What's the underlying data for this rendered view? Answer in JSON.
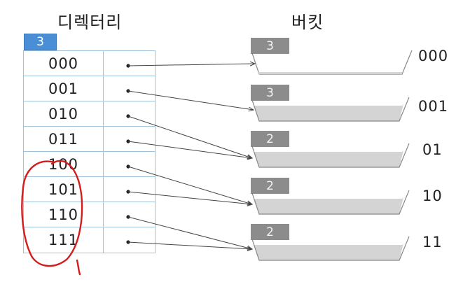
{
  "titles": {
    "directory": "디렉터리",
    "buckets": "버킷"
  },
  "global_depth": "3",
  "directory": [
    {
      "key": "000",
      "target": 0
    },
    {
      "key": "001",
      "target": 1
    },
    {
      "key": "010",
      "target": 2
    },
    {
      "key": "011",
      "target": 2
    },
    {
      "key": "100",
      "target": 3
    },
    {
      "key": "101",
      "target": 3
    },
    {
      "key": "110",
      "target": 4
    },
    {
      "key": "111",
      "target": 4
    }
  ],
  "buckets": [
    {
      "depth": "3",
      "label": "000",
      "fill": "empty"
    },
    {
      "depth": "3",
      "label": "001",
      "fill": "partial"
    },
    {
      "depth": "2",
      "label": "01",
      "fill": "partial"
    },
    {
      "depth": "2",
      "label": "10",
      "fill": "partial"
    },
    {
      "depth": "2",
      "label": "11",
      "fill": "partial"
    }
  ],
  "colors": {
    "global_depth_bg": "#4a8fd6",
    "table_border": "#9fc3dc",
    "bucket_depth_bg": "#8c8c8c",
    "bucket_fill": "#d4d4d4",
    "annotation": "#d41c1c"
  }
}
